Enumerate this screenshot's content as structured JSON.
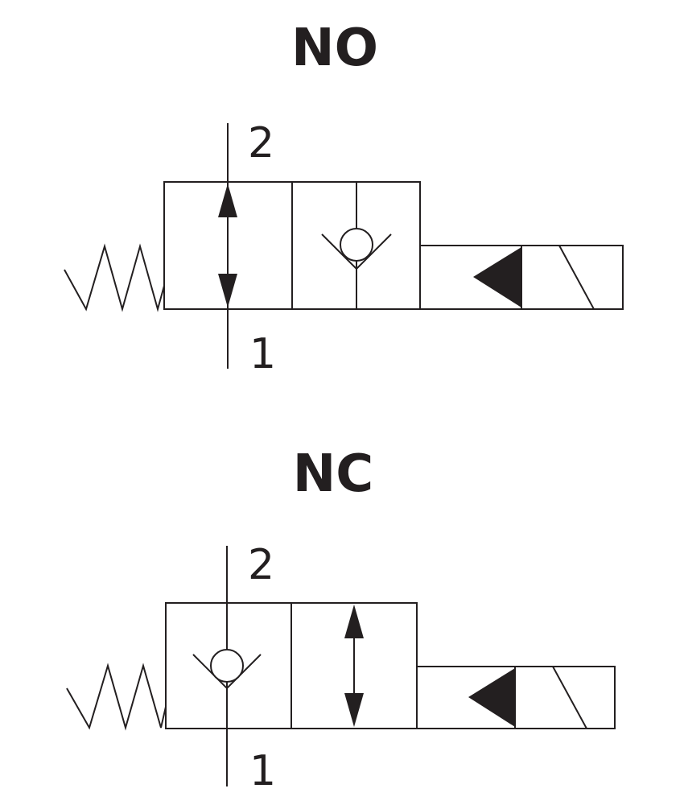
{
  "diagram": {
    "colors": {
      "stroke": "#231f20",
      "fill": "#231f20",
      "background": "#ffffff"
    },
    "no_valve": {
      "title": "NO",
      "port_top": "2",
      "port_bottom": "1"
    },
    "nc_valve": {
      "title": "NC",
      "port_top": "2",
      "port_bottom": "1"
    }
  }
}
